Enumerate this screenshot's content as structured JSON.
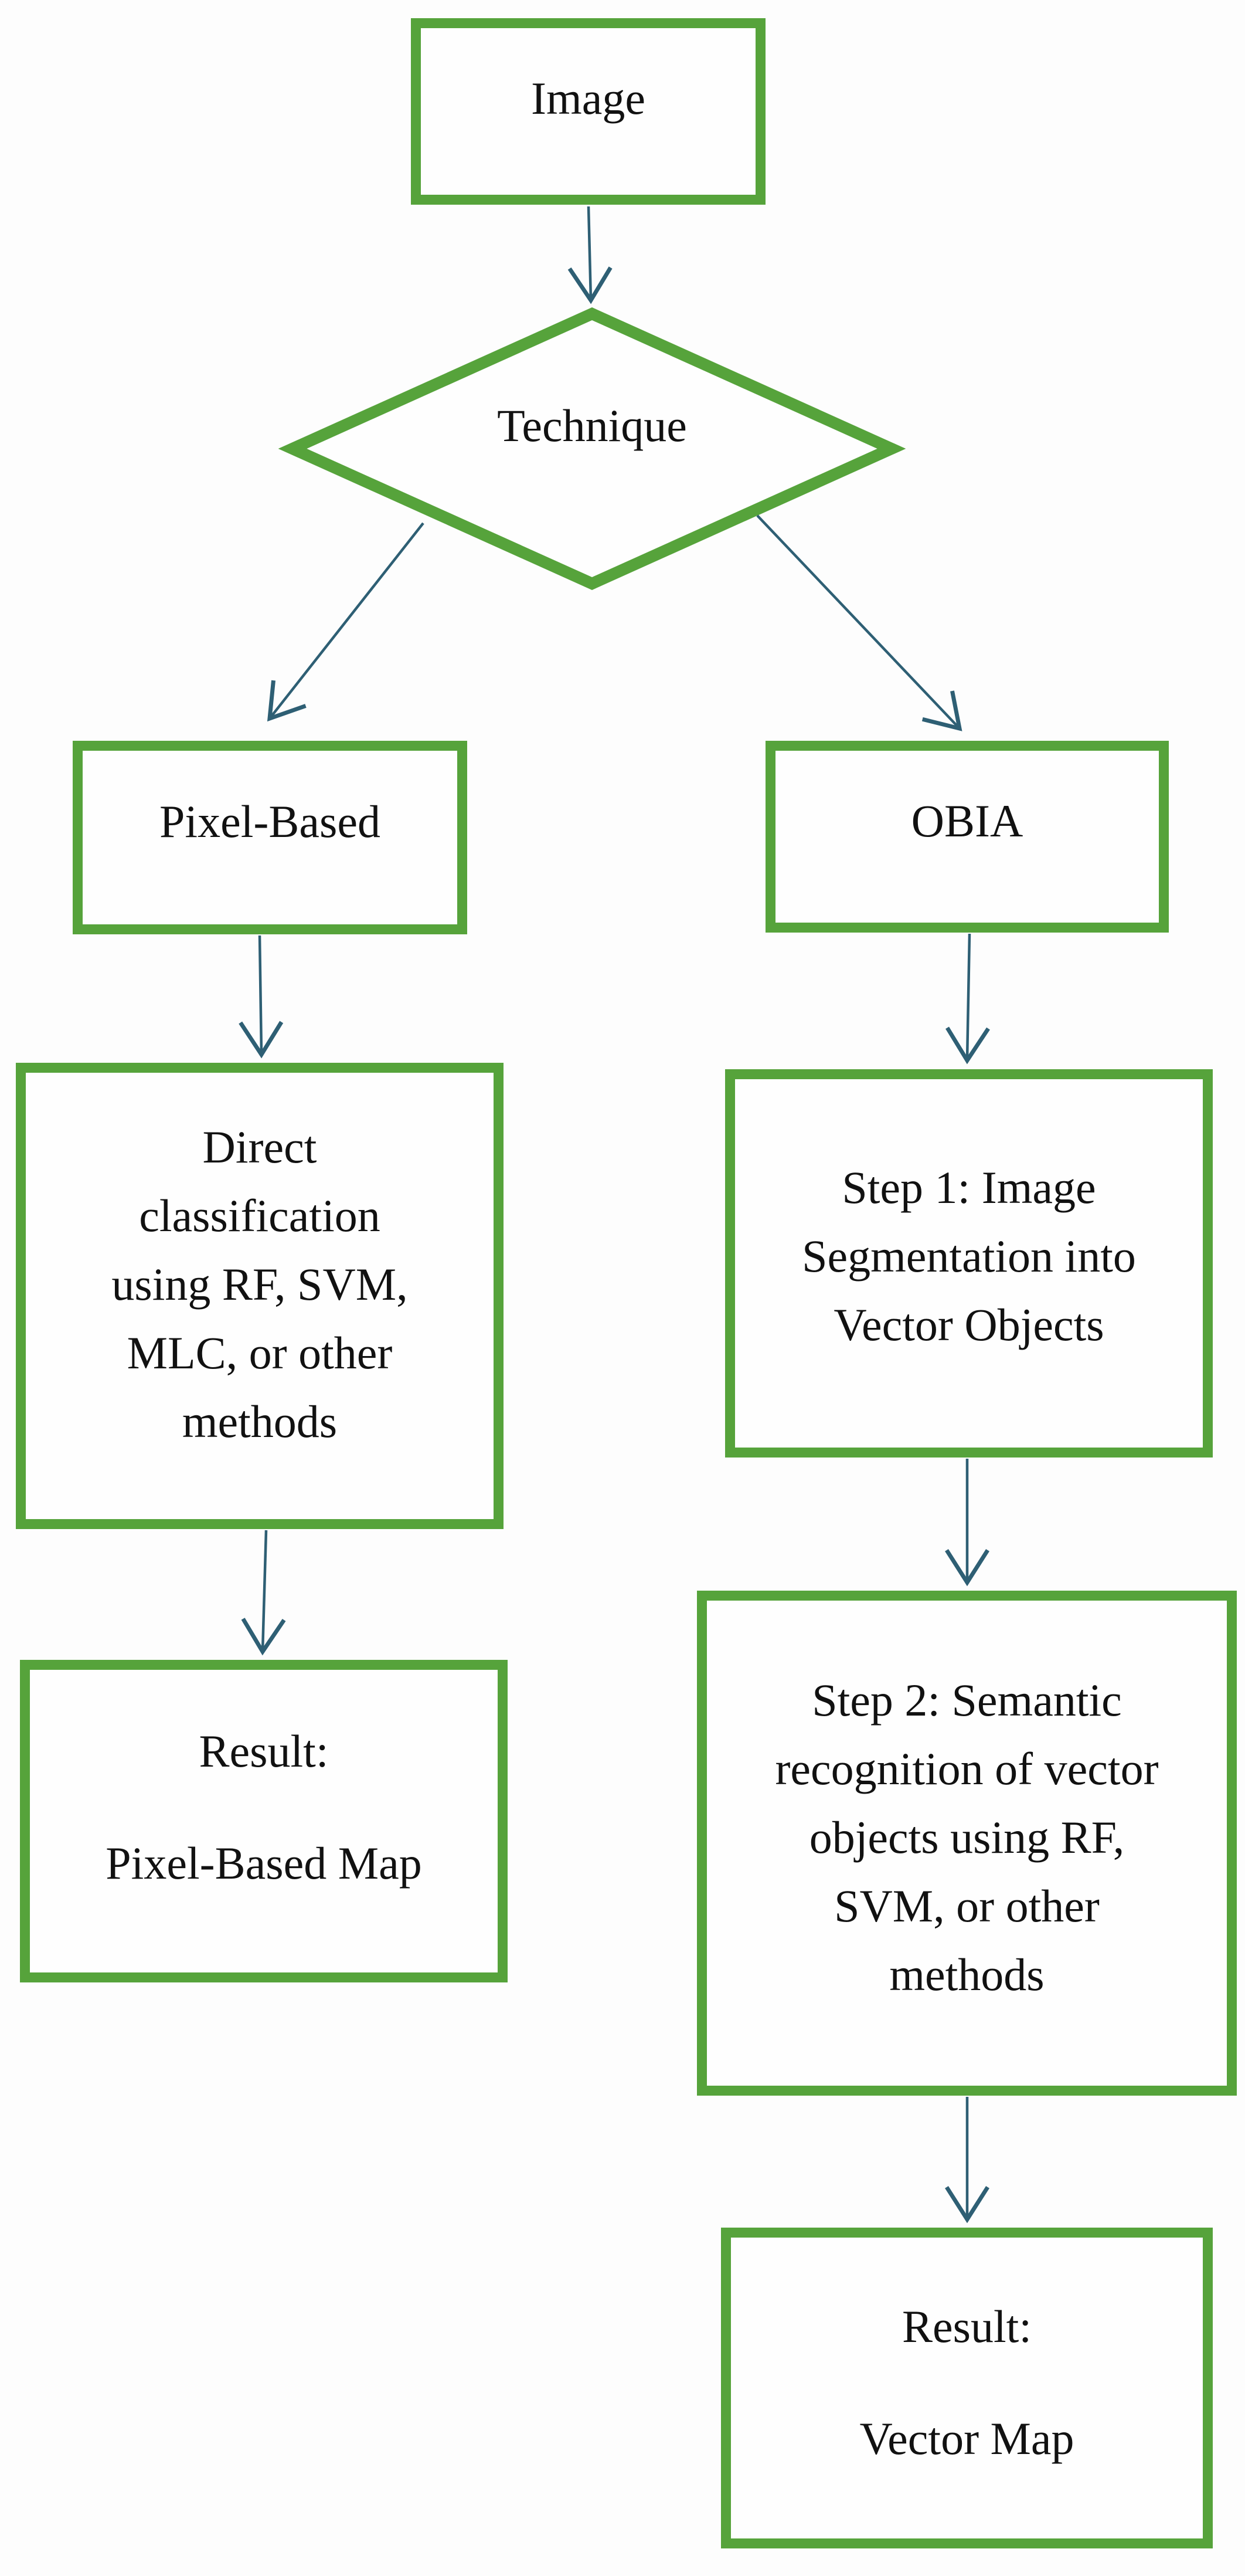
{
  "diagram": {
    "type": "flowchart",
    "colors": {
      "node_border": "#56a33b",
      "arrow": "#2e5f74",
      "text": "#111111",
      "background": "#fdfdfd"
    },
    "nodes": {
      "image": {
        "label": "Image"
      },
      "technique": {
        "label": "Technique",
        "shape": "decision-diamond"
      },
      "pixel_based": {
        "label": "Pixel-Based"
      },
      "obia": {
        "label": "OBIA"
      },
      "direct_classification": {
        "label": "Direct classification using RF, SVM, MLC, or other methods",
        "lines": [
          "Direct",
          "classification",
          "using RF, SVM,",
          "MLC, or other",
          "methods"
        ]
      },
      "step1": {
        "label": "Step 1: Image Segmentation into Vector Objects",
        "lines": [
          "Step 1: Image",
          "Segmentation into",
          "Vector Objects"
        ]
      },
      "result_pixel": {
        "label": "Result: Pixel-Based Map",
        "lines": [
          "Result:",
          "Pixel-Based Map"
        ]
      },
      "step2": {
        "label": "Step 2: Semantic recognition of vector objects using RF, SVM, or other methods",
        "lines": [
          "Step 2: Semantic",
          "recognition of vector",
          "objects using RF,",
          "SVM, or other",
          "methods"
        ]
      },
      "result_vector": {
        "label": "Result: Vector Map",
        "lines": [
          "Result:",
          "Vector Map"
        ]
      }
    },
    "edges": [
      "Image -> Technique",
      "Technique -> Pixel-Based",
      "Technique -> OBIA",
      "Pixel-Based -> Direct classification",
      "OBIA -> Step 1",
      "Direct classification -> Result: Pixel-Based Map",
      "Step 1 -> Step 2",
      "Step 2 -> Result: Vector Map"
    ]
  }
}
